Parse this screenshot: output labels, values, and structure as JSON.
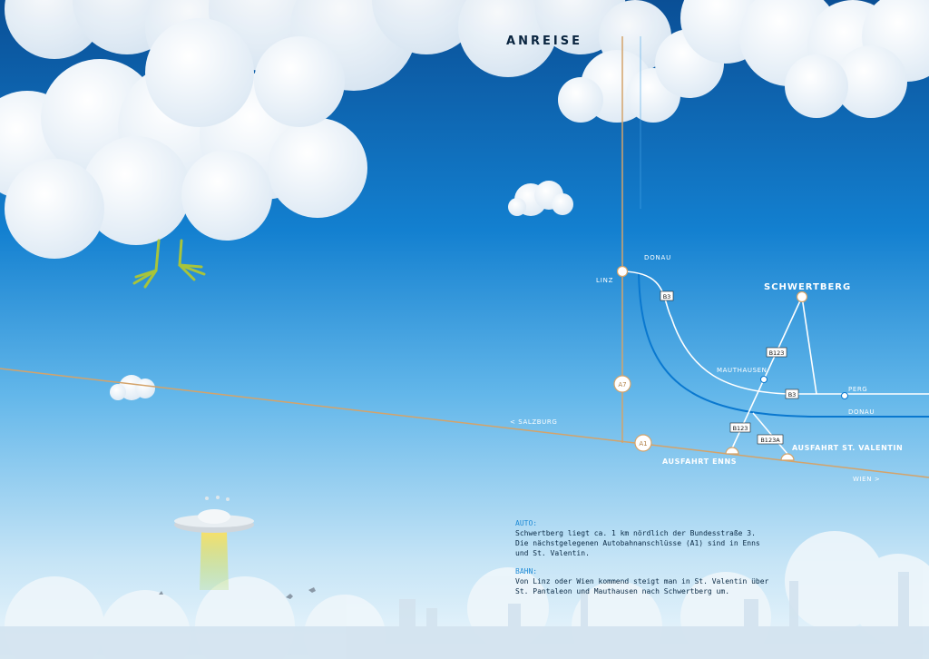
{
  "title": "ANREISE",
  "map": {
    "places": {
      "linz": "LINZ",
      "schwertberg": "SCHWERTBERG",
      "mauthausen": "MAUTHAUSEN",
      "perg": "PERG",
      "salzburg": "< SALZBURG",
      "wien": "WIEN >",
      "ausfahrt_enns": "AUSFAHRT ENNS",
      "ausfahrt_st_valentin": "AUSFAHRT ST. VALENTIN"
    },
    "rivers": {
      "donau_top": "DONAU",
      "donau_bottom": "DONAU"
    },
    "roads": {
      "a7": "A7",
      "a1": "A1",
      "b3_a": "B3",
      "b3_b": "B3",
      "b123_a": "B123",
      "b123_b": "B123",
      "b123a": "B123A"
    },
    "colors": {
      "river": "#0a78cf",
      "motorway": "#d4a36a",
      "road": "#ffffff",
      "sky_top": "#0b5fa8",
      "sky_bottom": "#dbeef9"
    }
  },
  "info": {
    "auto_heading": "AUTO:",
    "auto_text_1": "Schwertberg liegt ca. 1 km nördlich der Bundesstraße 3.",
    "auto_text_2": "Die nächstgelegenen Autobahnanschlüsse (A1) sind in Enns",
    "auto_text_3": "und St. Valentin.",
    "bahn_heading": "BAHN:",
    "bahn_text_1": "Von Linz oder Wien kommend steigt man in St. Valentin über",
    "bahn_text_2": "St. Pantaleon und Mauthausen nach Schwertberg um."
  },
  "icons": [
    "cloud-icon",
    "ufo-icon",
    "bird-legs-icon",
    "bird-icon"
  ]
}
